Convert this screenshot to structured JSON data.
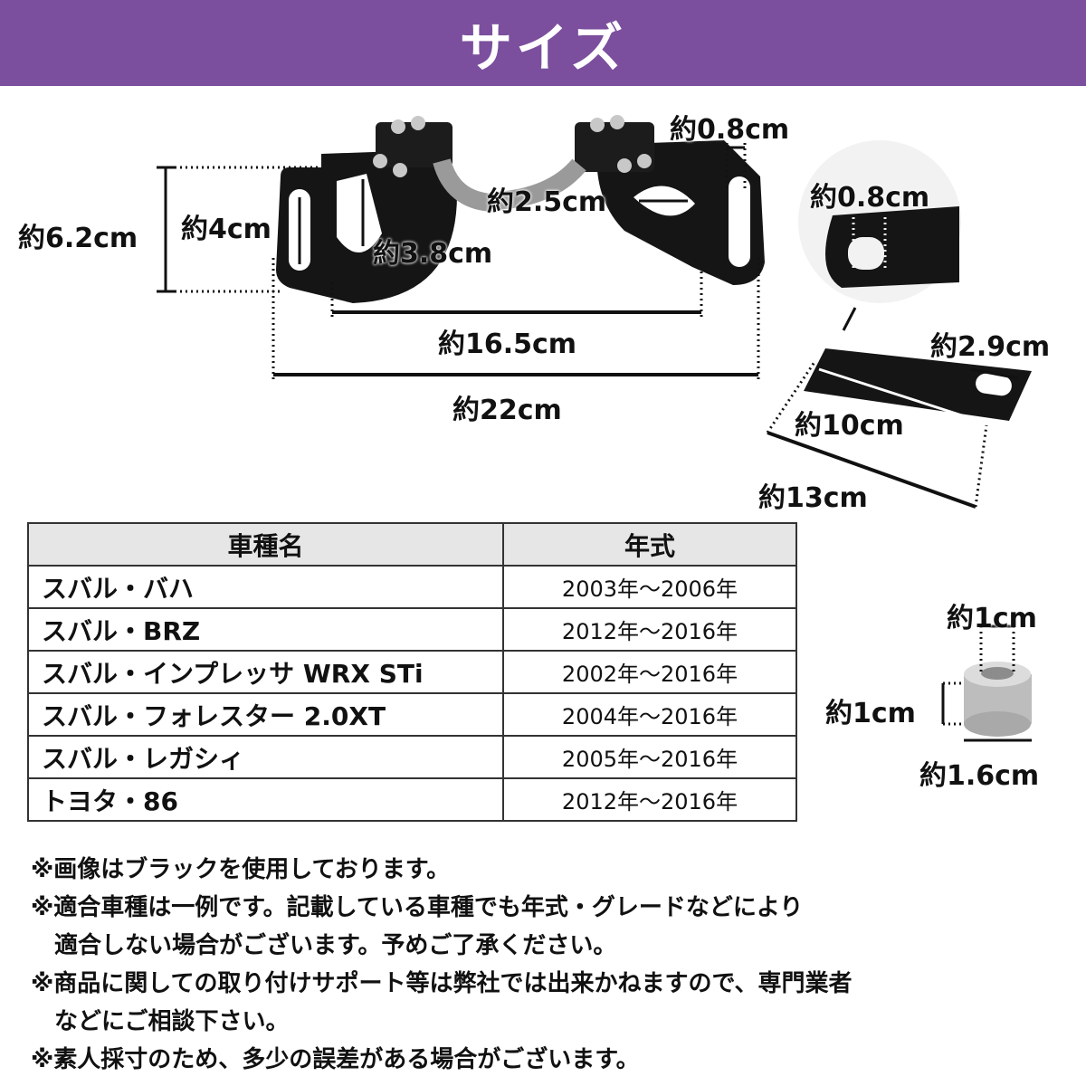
{
  "header": {
    "title": "サイズ"
  },
  "dimensions": {
    "total_height": "約6.2cm",
    "slot_length": "約4cm",
    "hole_length": "約3.8cm",
    "tube_width": "約2.5cm",
    "thickness": "約0.8cm",
    "hole_span": "約16.5cm",
    "total_width": "約22cm",
    "plate_thickness": "約0.8cm",
    "plate_slot_width": "約2.9cm",
    "plate_slot_length": "約10cm",
    "plate_length": "約13cm",
    "spacer_inner": "約1cm",
    "spacer_height": "約1cm",
    "spacer_outer": "約1.6cm"
  },
  "table": {
    "headers": [
      "車種名",
      "年式"
    ],
    "rows": [
      [
        "スバル・バハ",
        "2003年～2006年"
      ],
      [
        "スバル・BRZ",
        "2012年～2016年"
      ],
      [
        "スバル・インプレッサ WRX STi",
        "2002年～2016年"
      ],
      [
        "スバル・フォレスター 2.0XT",
        "2004年～2016年"
      ],
      [
        "スバル・レガシィ",
        "2005年～2016年"
      ],
      [
        "トヨタ・86",
        "2012年～2016年"
      ]
    ]
  },
  "notes": [
    {
      "line1": "※画像はブラックを使用しております。",
      "line2": ""
    },
    {
      "line1": "※適合車種は一例です。記載している車種でも年式・グレードなどにより",
      "line2": "適合しない場合がございます。予めご了承ください。"
    },
    {
      "line1": "※商品に関しての取り付けサポート等は弊社では出来かねますので、専門業者",
      "line2": "などにご相談下さい。"
    },
    {
      "line1": "※素人採寸のため、多少の誤差がある場合がございます。",
      "line2": ""
    }
  ],
  "colors": {
    "banner": "#7b4f9d",
    "metal": "#151515",
    "header_row": "#e6e6e6"
  }
}
